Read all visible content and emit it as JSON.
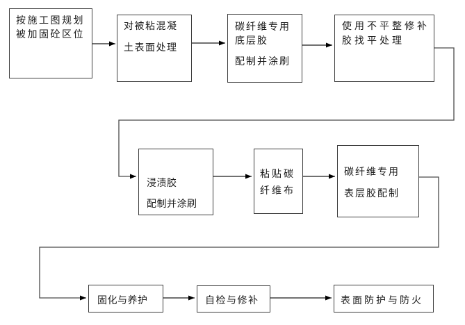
{
  "diagram": {
    "type": "flowchart",
    "background_color": "#ffffff",
    "box_border_color": "#3d3d3d",
    "arrow_color": "#1a1a1a",
    "text_color": "#1c1c1c",
    "nodes": [
      {
        "id": "plan-reinforcement-area",
        "lines": [
          "按施工图规划",
          "被加固砼区位"
        ]
      },
      {
        "id": "concrete-surface-treatment",
        "lines": [
          "对被粘混凝",
          "土表面处理"
        ]
      },
      {
        "id": "primer-adhesive",
        "lines": [
          "碳纤维专用",
          "底层胶",
          "配制并涂刷"
        ]
      },
      {
        "id": "leveling-repair",
        "lines": [
          "使用不平整修补",
          "胶找平处理"
        ]
      },
      {
        "id": "impregnating-adhesive",
        "lines": [
          "浸渍胶",
          "配制并涂刷"
        ]
      },
      {
        "id": "paste-carbon-fiber-cloth",
        "lines": [
          "粘贴碳",
          "纤维布"
        ]
      },
      {
        "id": "top-coat-adhesive",
        "lines": [
          "碳纤维专用",
          "表层胶配制"
        ]
      },
      {
        "id": "curing-and-maintenance",
        "lines": [
          "固化与养护"
        ]
      },
      {
        "id": "self-inspection-and-repair",
        "lines": [
          "自检与修补"
        ]
      },
      {
        "id": "surface-fire-protection",
        "lines": [
          "表面防护与防火"
        ]
      }
    ],
    "edges": [
      {
        "from": "plan-reinforcement-area",
        "to": "concrete-surface-treatment"
      },
      {
        "from": "concrete-surface-treatment",
        "to": "primer-adhesive"
      },
      {
        "from": "primer-adhesive",
        "to": "leveling-repair"
      },
      {
        "from": "leveling-repair",
        "to": "impregnating-adhesive"
      },
      {
        "from": "impregnating-adhesive",
        "to": "paste-carbon-fiber-cloth"
      },
      {
        "from": "paste-carbon-fiber-cloth",
        "to": "top-coat-adhesive"
      },
      {
        "from": "top-coat-adhesive",
        "to": "curing-and-maintenance"
      },
      {
        "from": "curing-and-maintenance",
        "to": "self-inspection-and-repair"
      },
      {
        "from": "self-inspection-and-repair",
        "to": "surface-fire-protection"
      }
    ]
  }
}
